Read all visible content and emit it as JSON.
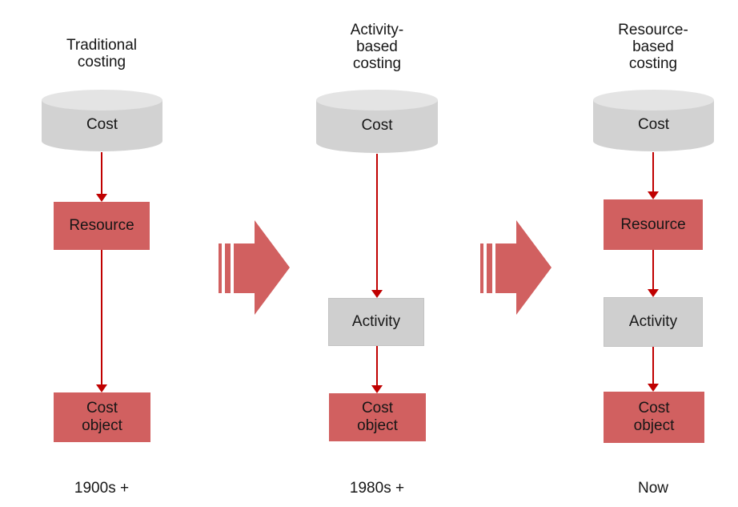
{
  "diagram": {
    "columns": [
      {
        "title": "Traditional\ncosting",
        "cylinder_label": "Cost",
        "box1_label": "Resource",
        "box2_label": "Cost\nobject",
        "era_label": "1900s +"
      },
      {
        "title": "Activity-\nbased\ncosting",
        "cylinder_label": "Cost",
        "box1_label": "Activity",
        "box2_label": "Cost\nobject",
        "era_label": "1980s +"
      },
      {
        "title": "Resource-\nbased\ncosting",
        "cylinder_label": "Cost",
        "box1_label": "Resource",
        "box2_label": "Activity",
        "box3_label": "Cost\nobject",
        "era_label": "Now"
      }
    ]
  },
  "colors": {
    "accent_red": "#d16060",
    "connector_red": "#c00000",
    "cylinder_body": "#d2d2d2",
    "cylinder_top": "#e4e4e4",
    "activity_gray": "#cfcfcf",
    "text_color": "#161616",
    "background": "#ffffff"
  }
}
